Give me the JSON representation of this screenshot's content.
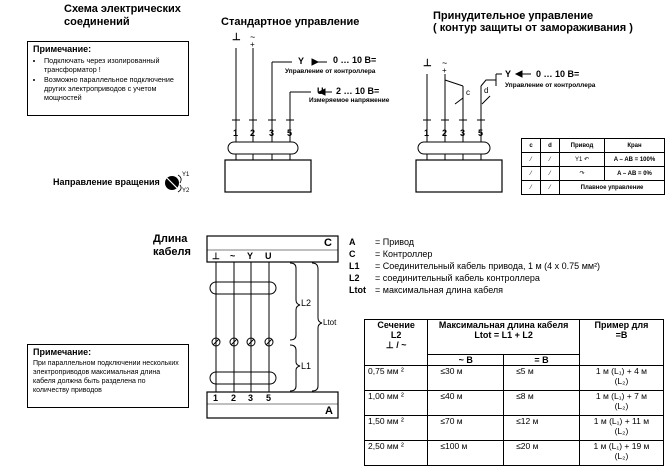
{
  "titles": {
    "scheme": "Схема электрических соединений",
    "standard": "Стандартное управление",
    "forced_1": "Принудительное управление",
    "forced_2": "( контур защиты от замораживания )",
    "cable_length": "Длина кабеля"
  },
  "note_top": {
    "heading": "Примечание:",
    "items": [
      "Подключать через изолированный трансформатор !",
      "Возможно параллельное подключение других электроприводов с учетом мощностей"
    ]
  },
  "note_bottom": {
    "heading": "Примечание:",
    "text": "При параллельном подключении нескольких электроприводов максимальная длина кабеля должна быть разделена по количеству приводов"
  },
  "rotation": {
    "label": "Направление вращения",
    "y1": "Y1",
    "y2": "Y2"
  },
  "standard_diagram": {
    "terminals": [
      "1",
      "2",
      "3",
      "5"
    ],
    "ground": "⊥",
    "tilde": "~",
    "plus": "+",
    "y_label": "Y",
    "y_range": "0 … 10 В=",
    "y_caption": "Управление от контроллера",
    "u_label": "U",
    "u_range": "2 … 10 В=",
    "u_caption": "Измеряемое напряжение"
  },
  "forced_diagram": {
    "terminals": [
      "1",
      "2",
      "3",
      "5"
    ],
    "ground": "⊥",
    "tilde": "~",
    "plus": "+",
    "c": "c",
    "d": "d",
    "y_label": "Y",
    "y_range": "0 … 10 В=",
    "y_caption": "Управление от контроллера"
  },
  "forced_table": {
    "headers": [
      "c",
      "d",
      "Привод",
      "Кран"
    ],
    "rows": [
      {
        "drive": "Y1",
        "valve": "A – AB = 100%"
      },
      {
        "drive": "",
        "valve": "A – AB = 0%"
      },
      {
        "drive": "",
        "valve": "Плавное управление"
      }
    ]
  },
  "cable_diagram": {
    "top_box_letter": "C",
    "top_terminals": [
      "⊥",
      "~",
      "Y",
      "U"
    ],
    "bottom_box_letter": "A",
    "bottom_terminals": [
      "1",
      "2",
      "3",
      "5"
    ],
    "l2": "L2",
    "l1": "L1",
    "ltot": "Ltot"
  },
  "legend": [
    {
      "sym": "A",
      "text": "= Привод"
    },
    {
      "sym": "C",
      "text": "= Контроллер"
    },
    {
      "sym": "L1",
      "text": "= Соединительный кабель привода, 1 м (4 x 0.75 мм²)"
    },
    {
      "sym": "L2",
      "text": "= соединительный кабель контроллера"
    },
    {
      "sym": "Ltot",
      "text": "= максимальная длина кабеля"
    }
  ],
  "cable_table": {
    "h_section": "Сечение",
    "h_section_sub": "L2",
    "h_section_sub2": "⊥ / ~",
    "h_max": "Максимальная длина кабеля",
    "h_formula": "Ltot = L1 + L2",
    "h_tilde_b": "~ В",
    "h_eq_b": "= В",
    "h_example": "Пример для",
    "h_example_sub": "=В",
    "rows": [
      {
        "section": "0,75 мм ²",
        "ac": "≤30 м",
        "dc": "≤5 м",
        "example": "1 м (L₁) + 4 м",
        "example2": "(L₂)"
      },
      {
        "section": "1,00 мм ²",
        "ac": "≤40 м",
        "dc": "≤8 м",
        "example": "1 м (L₁) + 7 м",
        "example2": "(L₂)"
      },
      {
        "section": "1,50 мм ²",
        "ac": "≤70 м",
        "dc": "≤12 м",
        "example": "1 м (L₁) + 11 м",
        "example2": "(L₂)"
      },
      {
        "section": "2,50 мм ²",
        "ac": "≤100 м",
        "dc": "≤20 м",
        "example": "1 м (L₁) + 19 м",
        "example2": "(L₂)"
      }
    ]
  }
}
